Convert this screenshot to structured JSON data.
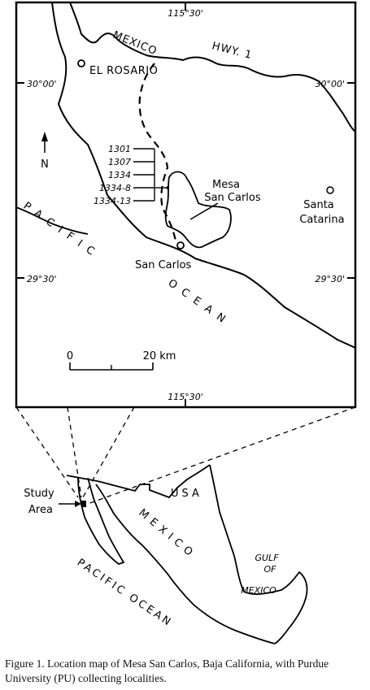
{
  "inset_map": {
    "longitude_label_top": "115°30'",
    "longitude_label_bottom": "115°30'",
    "lat_30_left": "30°00'",
    "lat_30_right": "30°00'",
    "lat_2930_left": "29°30'",
    "lat_2930_right": "29°30'",
    "country_label": "MEXICO",
    "highway_label": "HWY. 1",
    "town_el_rosario": "EL ROSARIO",
    "town_san_carlos": "San Carlos",
    "mesa_label_line1": "Mesa",
    "mesa_label_line2": "San Carlos",
    "santa_catarina_line1": "Santa",
    "santa_catarina_line2": "Catarina",
    "north_label": "N",
    "locality_ids": [
      "1301",
      "1307",
      "1334",
      "1334-8",
      "1334-13"
    ],
    "ocean_word1": "PACIFIC",
    "ocean_word2": "OCEAN",
    "scale_start": "0",
    "scale_end": "20 km"
  },
  "overview_map": {
    "study_area_line1": "Study",
    "study_area_line2": "Area",
    "usa_label": "USA",
    "mexico_label": "MEXICO",
    "gulf_line1": "GULF",
    "gulf_line2": "OF",
    "gulf_line3": "MEXICO",
    "ocean_label": "PACIFIC OCEAN"
  },
  "caption": "Figure 1. Location map of Mesa San Carlos, Baja California, with Purdue University (PU) collecting localities."
}
